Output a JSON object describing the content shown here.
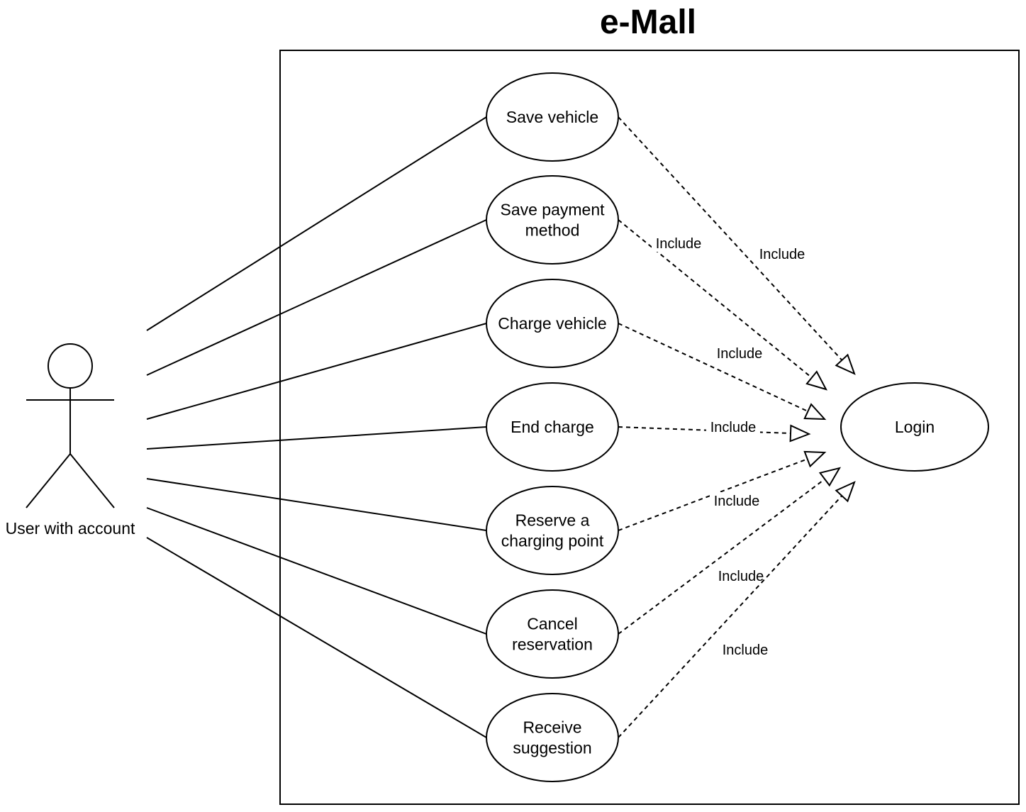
{
  "title": "e-Mall",
  "actor": {
    "name": "User with account"
  },
  "use_cases": [
    {
      "id": "save-vehicle",
      "lines": [
        "Save vehicle"
      ]
    },
    {
      "id": "save-payment-method",
      "lines": [
        "Save payment",
        "method"
      ]
    },
    {
      "id": "charge-vehicle",
      "lines": [
        "Charge vehicle"
      ]
    },
    {
      "id": "end-charge",
      "lines": [
        "End charge"
      ]
    },
    {
      "id": "reserve-charging-point",
      "lines": [
        "Reserve a",
        "charging point"
      ]
    },
    {
      "id": "cancel-reservation",
      "lines": [
        "Cancel",
        "reservation"
      ]
    },
    {
      "id": "receive-suggestion",
      "lines": [
        "Receive",
        "suggestion"
      ]
    }
  ],
  "target_use_case": {
    "id": "login",
    "lines": [
      "Login"
    ]
  },
  "relationships": [
    {
      "from": "save-vehicle",
      "to": "login",
      "label": "Include"
    },
    {
      "from": "save-payment-method",
      "to": "login",
      "label": "Include"
    },
    {
      "from": "charge-vehicle",
      "to": "login",
      "label": "Include"
    },
    {
      "from": "end-charge",
      "to": "login",
      "label": "Include"
    },
    {
      "from": "reserve-charging-point",
      "to": "login",
      "label": "Include"
    },
    {
      "from": "cancel-reservation",
      "to": "login",
      "label": "Include"
    },
    {
      "from": "receive-suggestion",
      "to": "login",
      "label": "Include"
    }
  ],
  "colors": {
    "stroke": "#000000",
    "background": "#ffffff"
  }
}
